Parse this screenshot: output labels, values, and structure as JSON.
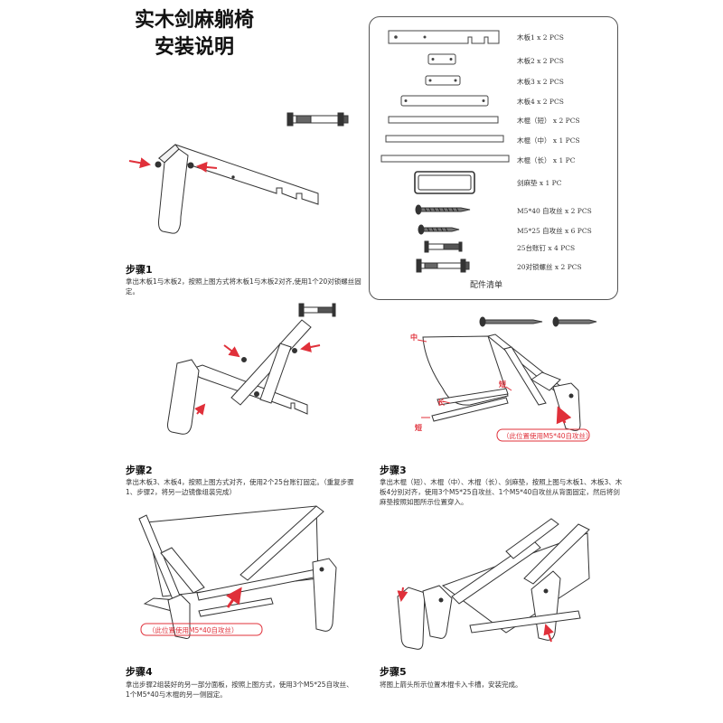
{
  "title": {
    "line1": "实木剑麻躺椅",
    "line2": "安装说明"
  },
  "parts": {
    "caption": "配件清单",
    "items": [
      {
        "label": "木板1 x 2 PCS"
      },
      {
        "label": "木板2 x 2 PCS"
      },
      {
        "label": "木板3 x 2 PCS"
      },
      {
        "label": "木板4 x 2 PCS"
      },
      {
        "label": "木棍（短） x 2 PCS"
      },
      {
        "label": "木棍（中） x 1 PCS"
      },
      {
        "label": "木棍（长） x 1 PC"
      },
      {
        "label": "剑麻垫 x 1 PC"
      },
      {
        "label": "M5*40 自攻丝 x 2 PCS"
      },
      {
        "label": "M5*25 自攻丝 x 6 PCS"
      },
      {
        "label": "25台账钉 x 4 PCS"
      },
      {
        "label": "20对锁螺丝 x 2 PCS"
      }
    ]
  },
  "steps": [
    {
      "title": "步骤1",
      "desc": "拿出木板1与木板2，按照上图方式将木板1与木板2对齐,使用1个20对锁螺丝固定。"
    },
    {
      "title": "步骤2",
      "desc": "拿出木板3、木板4，按照上图方式对齐，使用2个25台账钉固定。（重复步骤1、步骤2，将另一边镜像组装完成）"
    },
    {
      "title": "步骤3",
      "desc": "拿出木棍（短）、木棍（中）、木棍（长）、剑麻垫，按照上图与木板1、木板3、木板4分别对齐，使用3个M5*25自攻丝、1个M5*40自攻丝从背面固定，然后将剑麻垫按照如图所示位置穿入。"
    },
    {
      "title": "步骤4",
      "desc": "拿出步骤2组装好的另一部分面板，按照上图方式，使用3个M5*25自攻丝、1个M5*40与木棍的另一侧固定。"
    },
    {
      "title": "步骤5",
      "desc": "将图上箭头所示位置木棍卡入卡槽，安装完成。"
    }
  ],
  "step3_labels": {
    "mid": "中",
    "short": "短",
    "long": "长",
    "short2": "短",
    "note": "（此位置使用M5*40自攻丝）"
  },
  "step4_note": "（此位置使用M5*40自攻丝）",
  "colors": {
    "accent_red": "#e0303a",
    "line": "#333333"
  }
}
